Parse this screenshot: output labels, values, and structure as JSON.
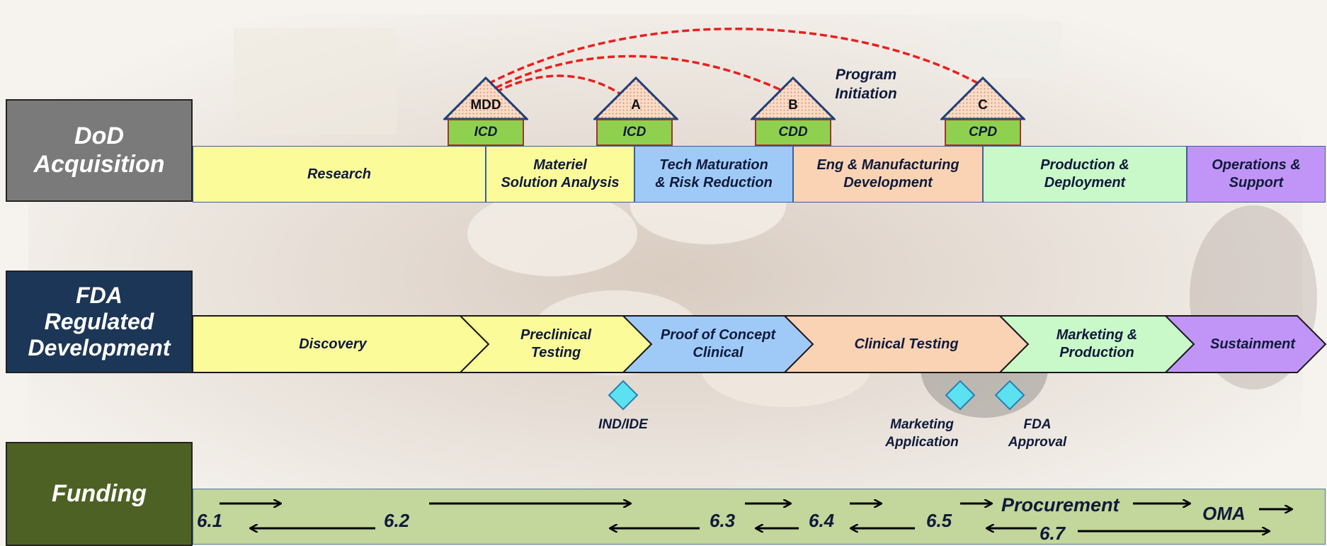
{
  "colors": {
    "dod_label": "#7a7a7a",
    "fda_label": "#1c3657",
    "funding_label": "#4e6124",
    "yellow": "#fbfb9a",
    "blue": "#9fcaf8",
    "peach": "#fad3b4",
    "mint": "#c9f8c9",
    "purple": "#c195f7",
    "funding_bar": "#c3d69b",
    "diamond": "#5ce1f0",
    "dash": "#e8201e"
  },
  "row_labels": {
    "dod": "DoD\nAcquisition",
    "fda": "FDA\nRegulated\nDevelopment",
    "funding": "Funding"
  },
  "milestones": [
    {
      "letter": "MDD",
      "doc": "ICD"
    },
    {
      "letter": "A",
      "doc": "ICD"
    },
    {
      "letter": "B",
      "doc": "CDD"
    },
    {
      "letter": "C",
      "doc": "CPD"
    }
  ],
  "program_initiation": "Program\nInitiation",
  "dod_phases": [
    {
      "label": "Research",
      "color": "yellow"
    },
    {
      "label": "Materiel\nSolution Analysis",
      "color": "yellow"
    },
    {
      "label": "Tech Maturation\n& Risk Reduction",
      "color": "blue"
    },
    {
      "label": "Eng & Manufacturing\nDevelopment",
      "color": "peach"
    },
    {
      "label": "Production &\nDeployment",
      "color": "mint"
    },
    {
      "label": "Operations &\nSupport",
      "color": "purple"
    }
  ],
  "fda_phases": [
    {
      "label": "Discovery",
      "color": "yellow"
    },
    {
      "label": "Preclinical\nTesting",
      "color": "yellow"
    },
    {
      "label": "Proof of Concept\nClinical",
      "color": "blue"
    },
    {
      "label": "Clinical Testing",
      "color": "peach"
    },
    {
      "label": "Marketing &\nProduction",
      "color": "mint"
    },
    {
      "label": "Sustainment",
      "color": "purple"
    }
  ],
  "fda_milestones": [
    "IND/IDE",
    "Marketing\nApplication",
    "FDA\nApproval"
  ],
  "funding": {
    "labels": [
      "6.1",
      "6.2",
      "6.3",
      "6.4",
      "6.5",
      "Procurement",
      "6.7",
      "OMA"
    ]
  }
}
